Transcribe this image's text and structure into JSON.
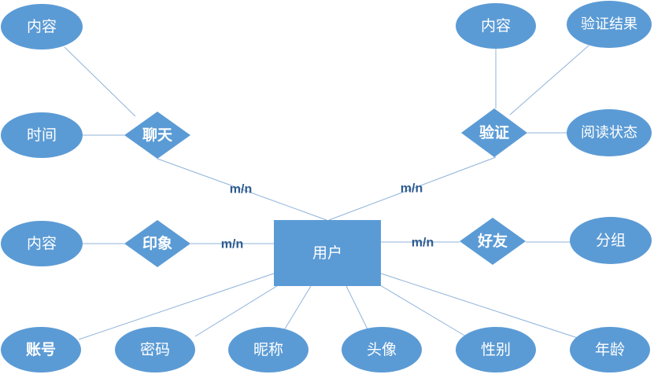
{
  "entity": {
    "label": "用户"
  },
  "relationships": {
    "chat": {
      "label": "聊天",
      "cardinality": "m/n"
    },
    "verify": {
      "label": "验证",
      "cardinality": "m/n"
    },
    "impression": {
      "label": "印象",
      "cardinality": "m/n"
    },
    "friend": {
      "label": "好友",
      "cardinality": "m/n"
    }
  },
  "attributes": {
    "chat_content": "内容",
    "chat_time": "时间",
    "verify_content": "内容",
    "verify_result": "验证结果",
    "verify_read_status": "阅读状态",
    "impression_content": "内容",
    "friend_group": "分组",
    "account": "账号",
    "password": "密码",
    "nickname": "昵称",
    "avatar": "头像",
    "gender": "性别",
    "age": "年龄"
  },
  "colors": {
    "shape_fill": "#5b9bd5",
    "line": "#8fb3d9",
    "text": "#ffffff",
    "cardinality_text": "#2e5b8f"
  }
}
